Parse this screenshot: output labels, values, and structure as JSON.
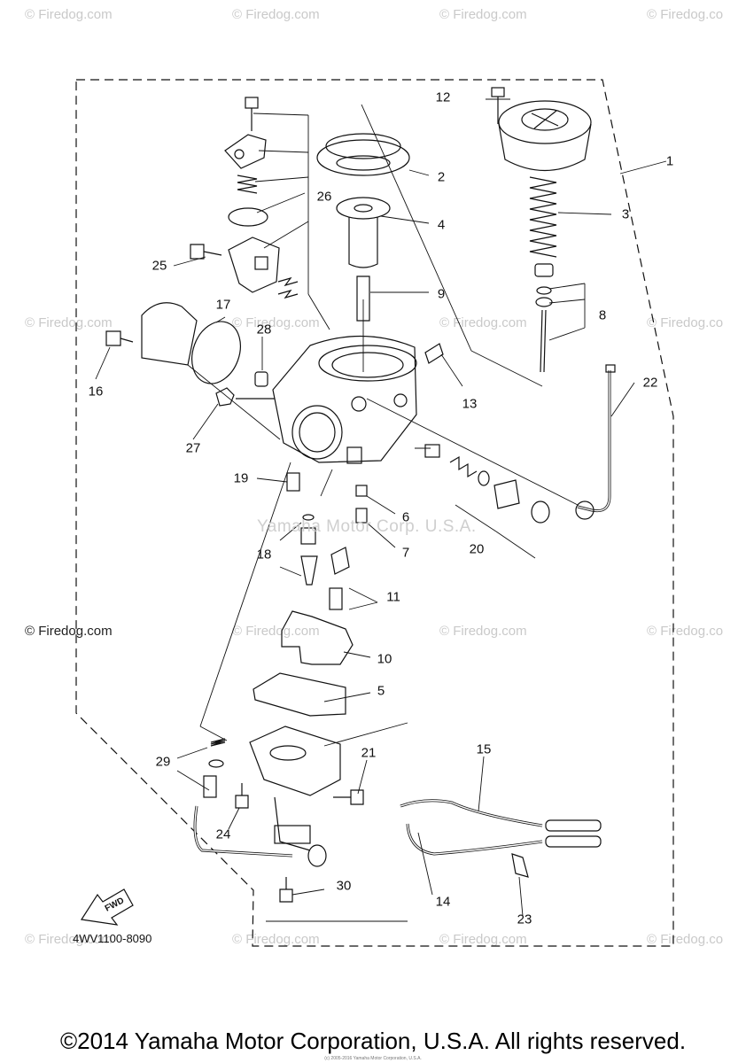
{
  "watermark_text": "© Firedog.com",
  "watermark_text_cut": "© Firedog.co",
  "overlay_watermark": "Yamaha Motor Corp. U.S.A.",
  "diagram_code": "4WV1100-8090",
  "fwd_label": "FWD",
  "callouts": {
    "c1": "1",
    "c2": "2",
    "c3": "3",
    "c4": "4",
    "c5": "5",
    "c6": "6",
    "c7": "7",
    "c8": "8",
    "c9": "9",
    "c10": "10",
    "c11": "11",
    "c12": "12",
    "c13": "13",
    "c14": "14",
    "c15": "15",
    "c16": "16",
    "c17": "17",
    "c18": "18",
    "c19": "19",
    "c20": "20",
    "c21": "21",
    "c22": "22",
    "c23": "23",
    "c24": "24",
    "c25": "25",
    "c26": "26",
    "c27": "27",
    "c28": "28",
    "c29": "29",
    "c30": "30"
  },
  "copyright": "©2014 Yamaha Motor Corporation, U.S.A. All rights reserved.",
  "tiny_print": "(c) 2005-2016 Yamaha Motor Corporation, U.S.A."
}
